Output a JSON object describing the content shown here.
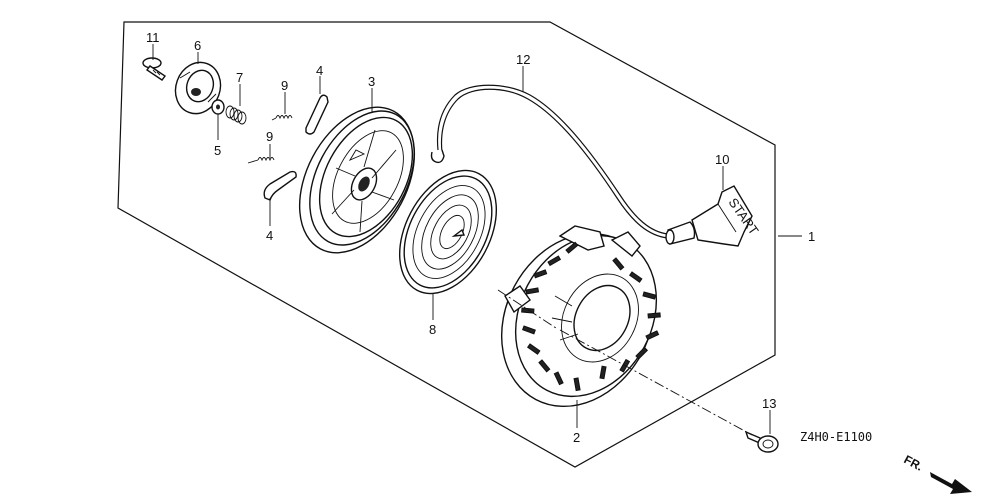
{
  "diagram": {
    "drawing_code": "Z4H0-E1100",
    "direction_label": "FR.",
    "handle_text": "START",
    "callouts": [
      {
        "id": "1",
        "text": "1"
      },
      {
        "id": "2",
        "text": "2"
      },
      {
        "id": "3",
        "text": "3"
      },
      {
        "id": "4a",
        "text": "4"
      },
      {
        "id": "4b",
        "text": "4"
      },
      {
        "id": "5",
        "text": "5"
      },
      {
        "id": "6",
        "text": "6"
      },
      {
        "id": "7",
        "text": "7"
      },
      {
        "id": "8",
        "text": "8"
      },
      {
        "id": "9a",
        "text": "9"
      },
      {
        "id": "9b",
        "text": "9"
      },
      {
        "id": "10",
        "text": "10"
      },
      {
        "id": "11",
        "text": "11"
      },
      {
        "id": "12",
        "text": "12"
      },
      {
        "id": "13",
        "text": "13"
      }
    ]
  }
}
